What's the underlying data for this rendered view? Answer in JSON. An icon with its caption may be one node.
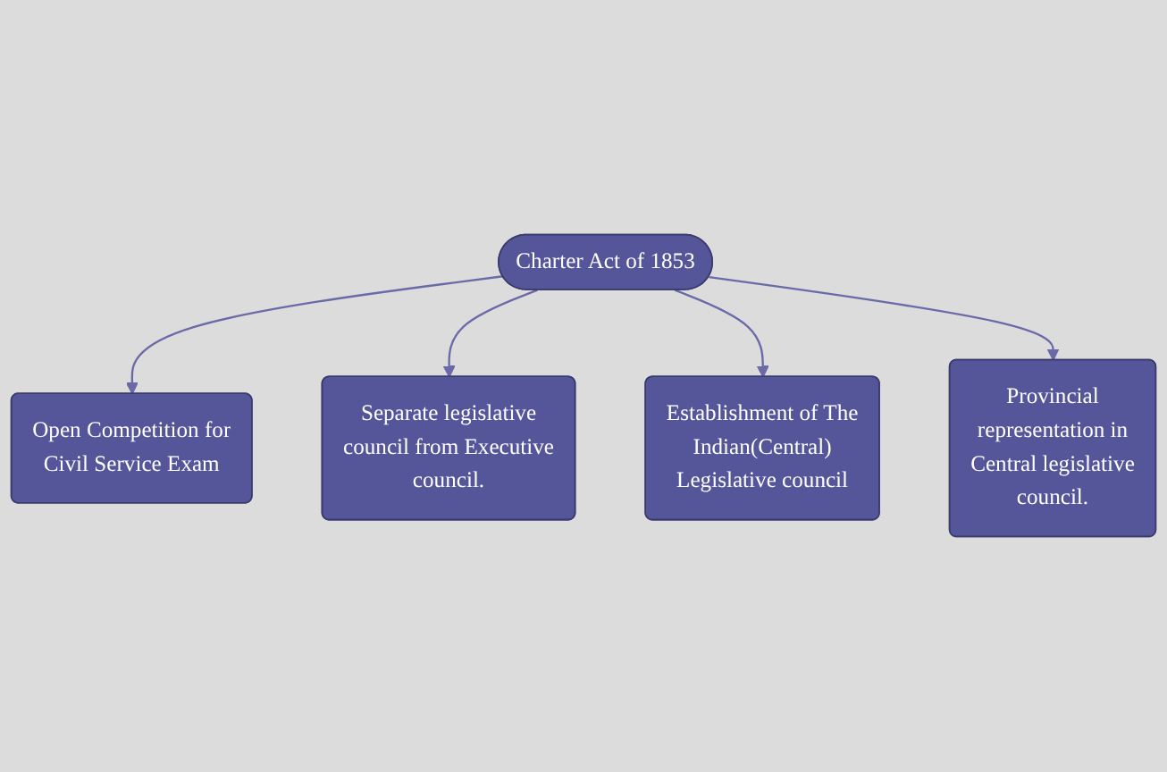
{
  "diagram": {
    "nodes": [
      {
        "text": [
          "Open Competition for Civil Service Exam"
        ]
      },
      {
        "text": [
          "Separate legislative council from Executive council."
        ]
      },
      {
        "text": [
          "Charter Act of 1853"
        ]
      },
      {
        "text": [
          "Establishment of The Indian(Central) Legislative council"
        ]
      },
      {
        "text": [
          "Provincial representation in Central legislative council."
        ]
      }
    ],
    "edges": [
      {
        "from": 2,
        "to": 0,
        "arrow": "to"
      },
      {
        "from": 2,
        "to": 1,
        "arrow": "to"
      },
      {
        "from": 2,
        "to": 3,
        "arrow": "to"
      },
      {
        "from": 2,
        "to": 4,
        "arrow": "to"
      }
    ]
  }
}
